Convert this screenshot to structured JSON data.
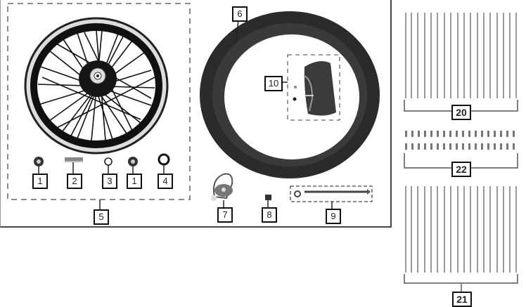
{
  "diagram": {
    "type": "exploded-parts-diagram",
    "subject": "wheel assembly",
    "groups": {
      "wheel_group": {
        "callout": "5",
        "contains": [
          "1",
          "2",
          "3",
          "1",
          "4"
        ]
      },
      "tube_group": {
        "callout": "10"
      },
      "axle_group": {
        "callout": "9"
      }
    },
    "callouts": [
      {
        "id": "c1a",
        "label": "1",
        "part": "bearing"
      },
      {
        "id": "c2",
        "label": "2",
        "part": "spacer"
      },
      {
        "id": "c3",
        "label": "3",
        "part": "o-ring"
      },
      {
        "id": "c1b",
        "label": "1",
        "part": "bearing"
      },
      {
        "id": "c4",
        "label": "4",
        "part": "oil seal"
      },
      {
        "id": "c5",
        "label": "5",
        "part": "wheel rim assembly"
      },
      {
        "id": "c6",
        "label": "6",
        "part": "tire"
      },
      {
        "id": "c7",
        "label": "7",
        "part": "speedometer gear"
      },
      {
        "id": "c8",
        "label": "8",
        "part": "collar"
      },
      {
        "id": "c9",
        "label": "9",
        "part": "axle with nut"
      },
      {
        "id": "c10",
        "label": "10",
        "part": "inner tube"
      },
      {
        "id": "c20",
        "label": "20",
        "part": "spokes (set)"
      },
      {
        "id": "c22",
        "label": "22",
        "part": "spoke nipples (set)"
      },
      {
        "id": "c21",
        "label": "21",
        "part": "spokes (set)"
      }
    ],
    "colors": {
      "line": "#222222",
      "frame": "#444444",
      "tire": "#2b2b2b",
      "rim": "#111111",
      "chrome": "#c8c8c8",
      "spoke": "#9a9a9a"
    }
  }
}
